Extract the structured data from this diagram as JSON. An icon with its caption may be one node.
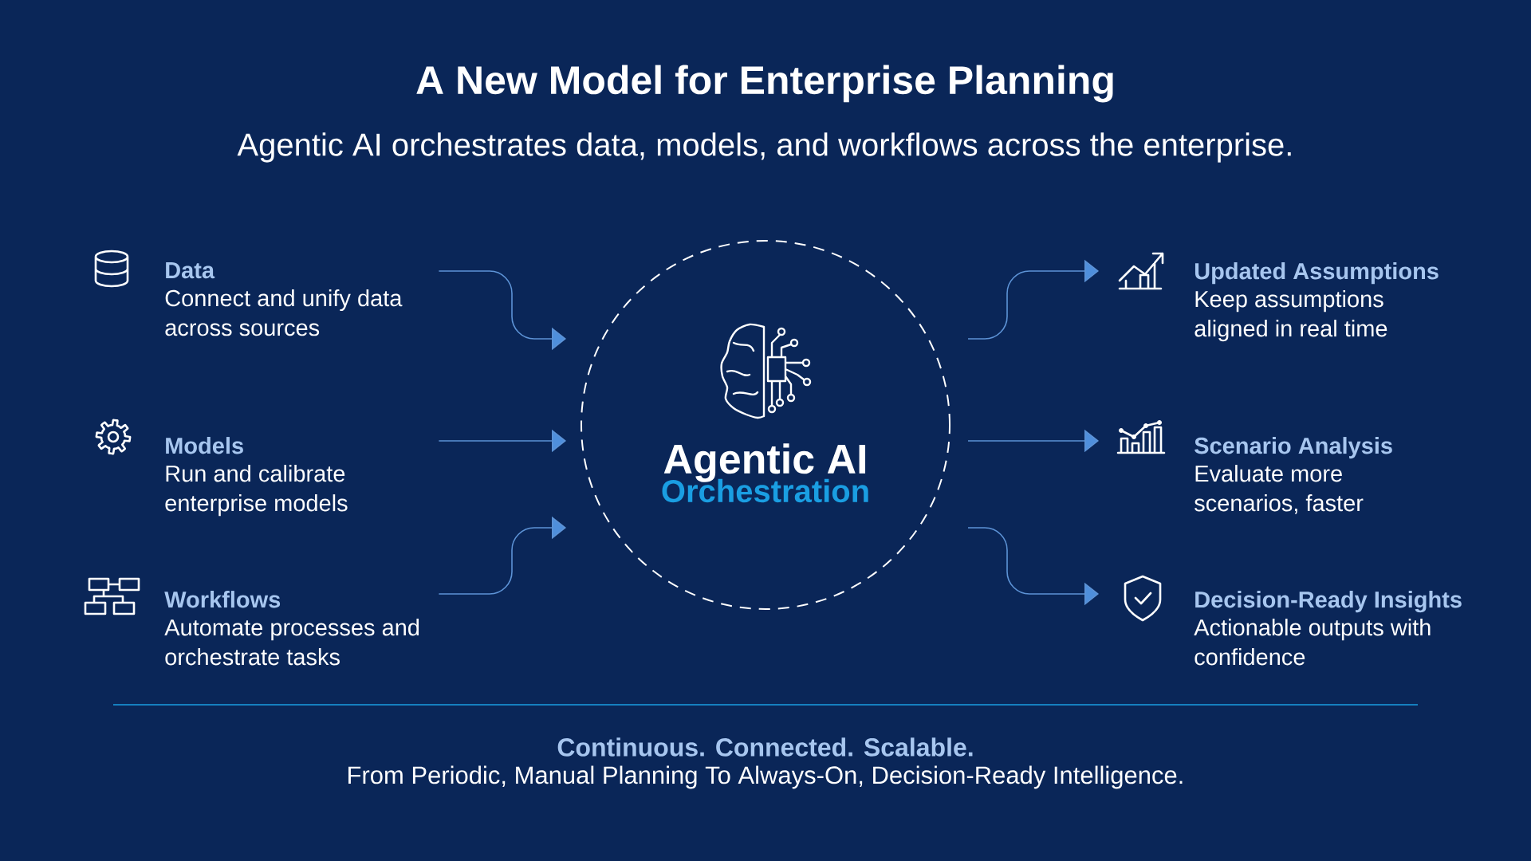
{
  "diagram": {
    "title": "A New Model for Enterprise Planning",
    "nodes": [
      {
        "text": [
          "Data",
          "Connect and unify data across sources"
        ]
      },
      {
        "text": [
          "Models",
          "Run and calibrate enterprise models"
        ]
      },
      {
        "text": [
          "Workflows",
          "Automate processes and orchestrate tasks"
        ]
      },
      {
        "text": [
          "Agentic AI",
          "Orchestration"
        ]
      },
      {
        "text": [
          "Updated Assumptions",
          "Keep assumptions aligned in real time"
        ]
      },
      {
        "text": [
          "Scenario Analysis",
          "Evaluate more scenarios, faster"
        ]
      },
      {
        "text": [
          "Decision-Ready Insights",
          "Actionable outputs with confidence"
        ]
      }
    ],
    "edges": [
      {
        "from": 0,
        "to": 3,
        "arrow": "to"
      },
      {
        "from": 1,
        "to": 3,
        "arrow": "to"
      },
      {
        "from": 2,
        "to": 3,
        "arrow": "to"
      },
      {
        "from": 3,
        "to": 4,
        "arrow": "to"
      },
      {
        "from": 3,
        "to": 5,
        "arrow": "to"
      },
      {
        "from": 3,
        "to": 6,
        "arrow": "to"
      }
    ],
    "labels": [
      "Agentic AI orchestrates data, models, and workflows across the enterprise.",
      "Continuous. Connected. Scalable.",
      "From Periodic, Manual Planning To Always-On, Decision-Ready Intelligence."
    ]
  }
}
